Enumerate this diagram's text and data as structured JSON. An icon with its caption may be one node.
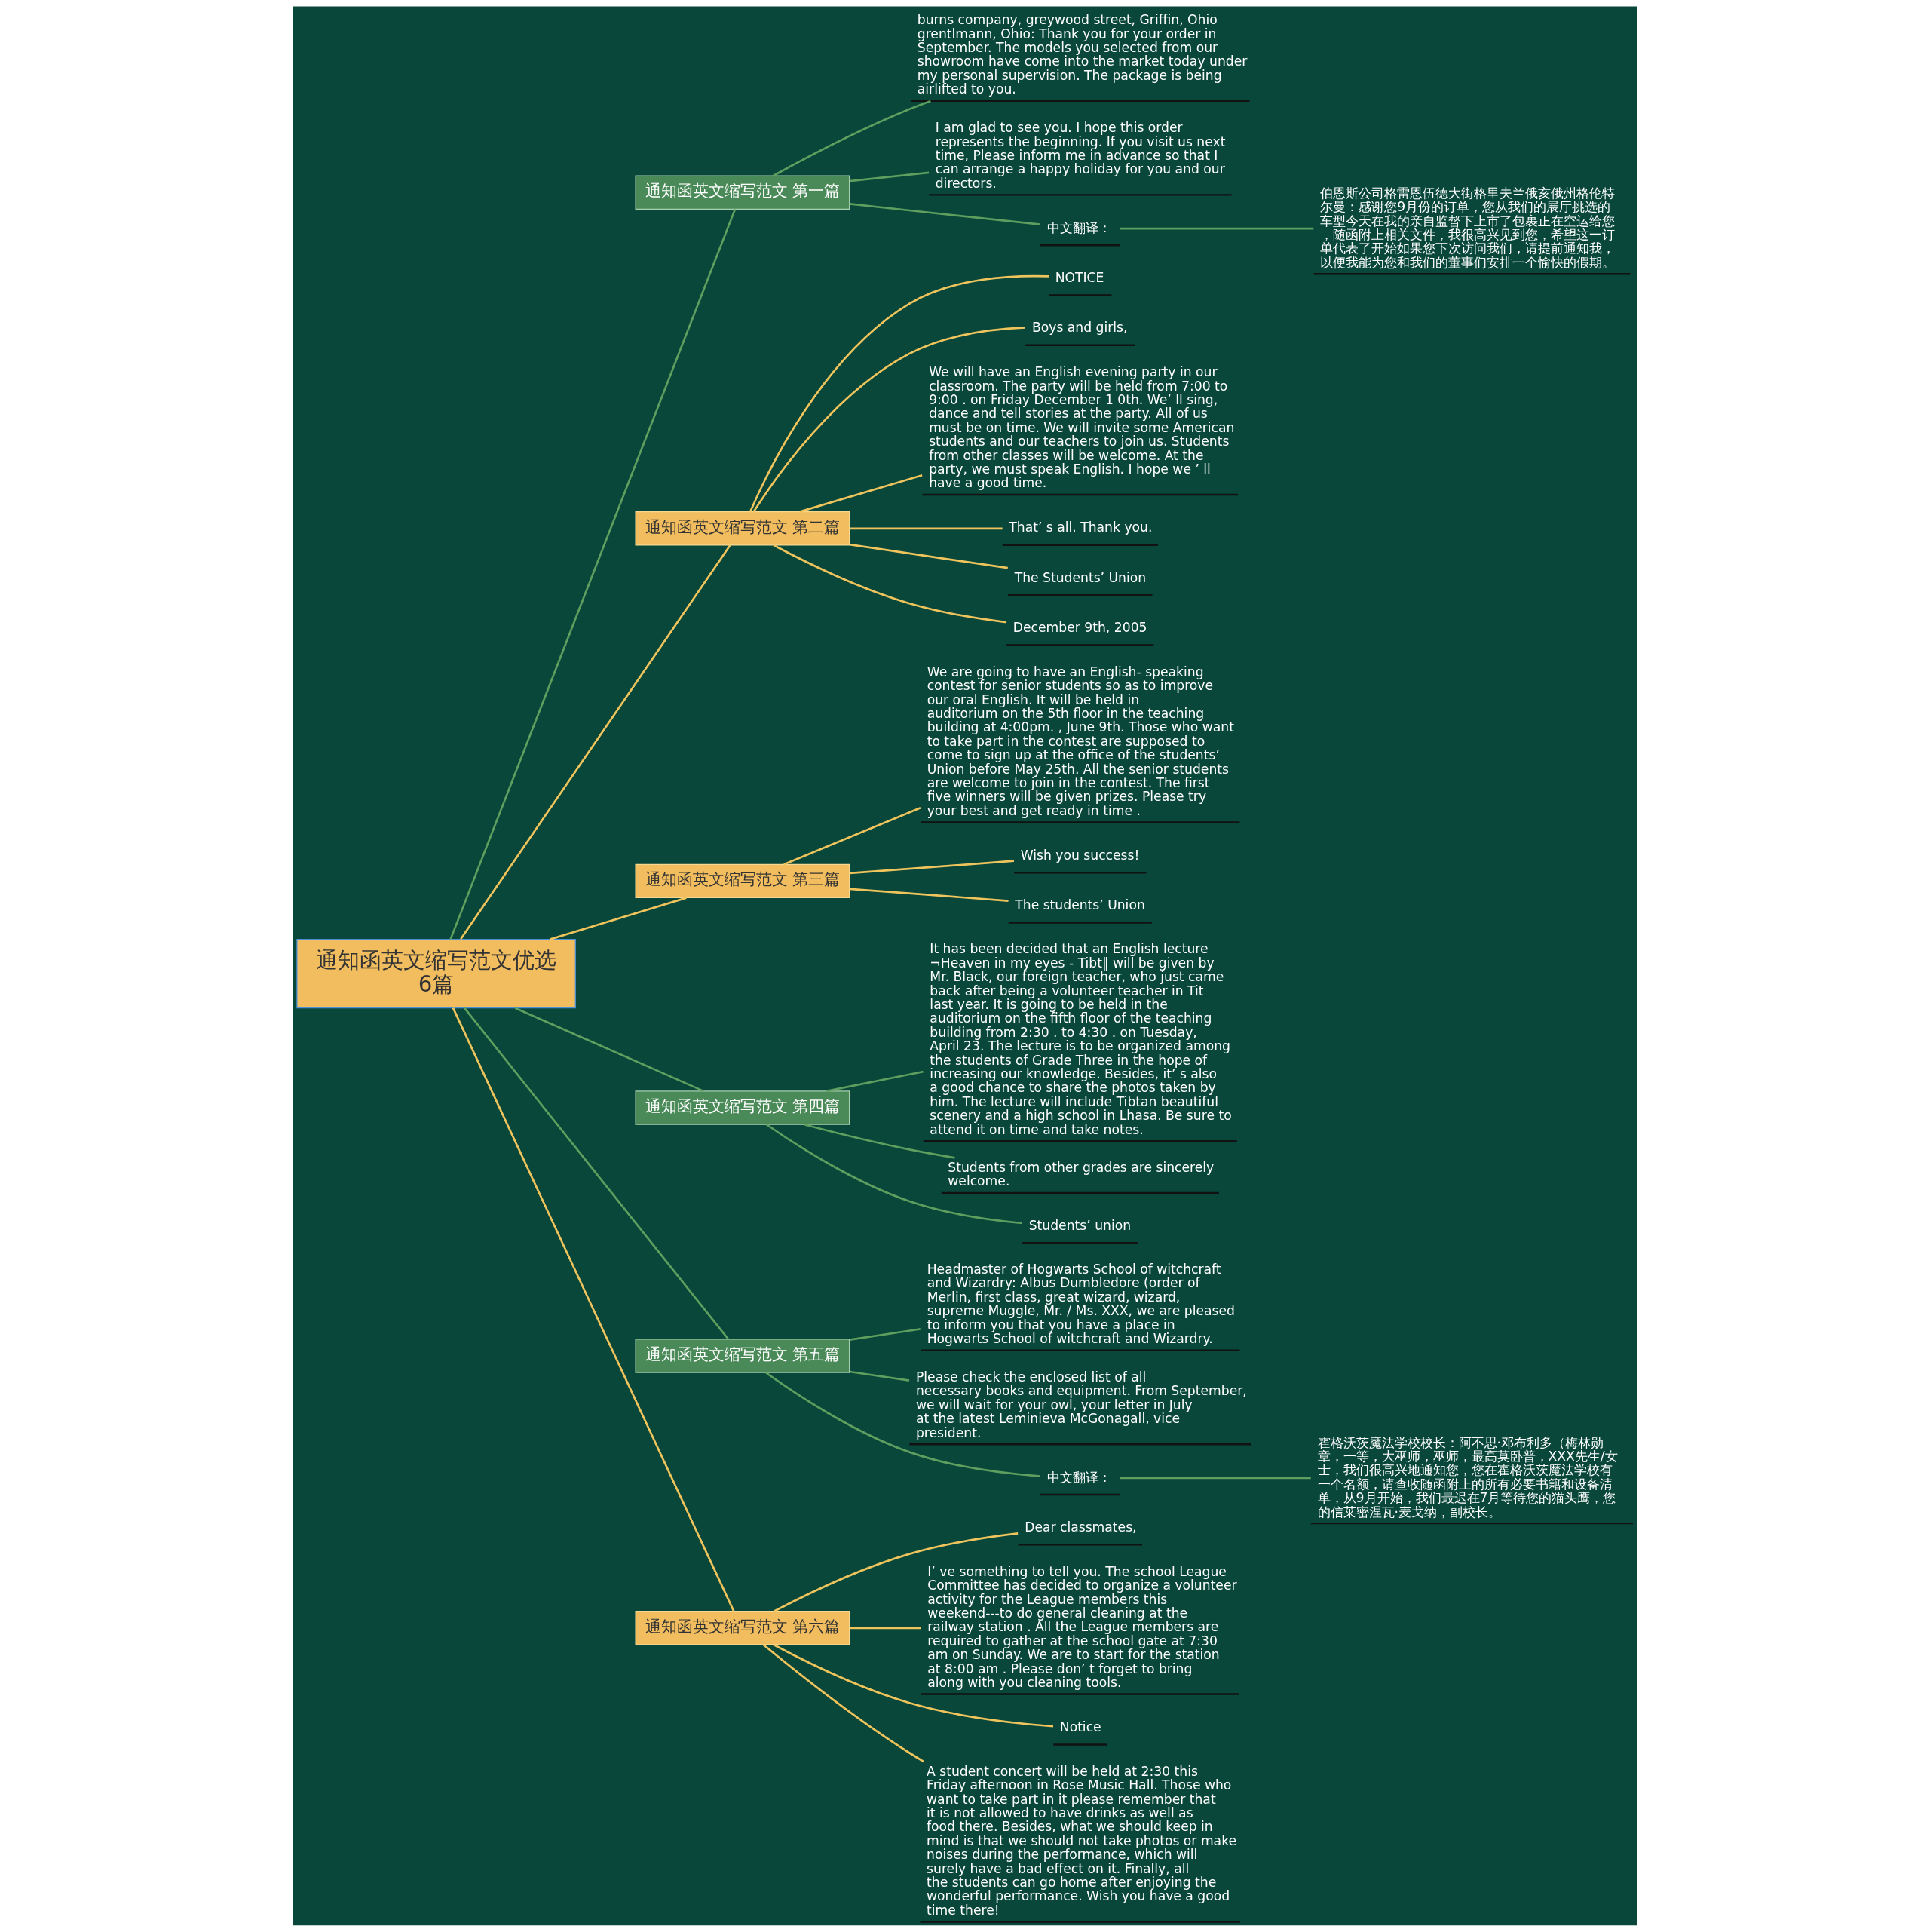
{
  "diagram": {
    "nodes": [
      {
        "text": [
          "通知函英文缩写范文优选6篇"
        ]
      },
      {
        "text": [
          "通知函英文缩写范文 第一篇"
        ]
      },
      {
        "text": [
          "burns company, greywood street, Griffin, Ohio grentlmann, Ohio: Thank you for your order in September. The models you selected from our showroom have come into the market today under my personal supervision. The package is being airlifted to you."
        ]
      },
      {
        "text": [
          "I am glad to see you. I hope this order represents the beginning. If you visit us next time, Please inform me in advance so that I can arrange a happy holiday for you and our directors."
        ]
      },
      {
        "text": [
          "中文翻译："
        ]
      },
      {
        "text": [
          "伯恩斯公司格雷恩伍德大街格里夫兰俄亥俄州格伦特尔曼：感谢您9月份的订单，您从我们的展厅挑选的车型今天在我的亲自监督下上市了包裹正在空运给您，随函附上相关文件，我很高兴见到您，希望这一订单代表了开始如果您下次访问我们，请提前通知我，以便我能为您和我们的董事们安排一个愉快的假期。"
        ]
      },
      {
        "text": [
          "通知函英文缩写范文 第二篇"
        ]
      },
      {
        "text": [
          "NOTICE"
        ]
      },
      {
        "text": [
          "Boys and girls,"
        ]
      },
      {
        "text": [
          "We will have an English evening party in our classroom. The party will be held from 7:00 to 9:00 . on Friday December 1 0th. We’ ll sing, dance and tell stories at the party. All of us must be on time. We will invite some American students and our teachers to join us. Students from other classes will be welcome. At the party, we must speak English. I hope we ’ ll have a good time."
        ]
      },
      {
        "text": [
          "That’ s all. Thank you."
        ]
      },
      {
        "text": [
          "The Students’ Union"
        ]
      },
      {
        "text": [
          "December 9th, 2005"
        ]
      },
      {
        "text": [
          "通知函英文缩写范文 第三篇"
        ]
      },
      {
        "text": [
          "We are going to have an English- speaking contest for senior students so as to improve our oral English. It will be held in auditorium on the 5th floor in the teaching building at 4:00pm. , June 9th. Those who want to take part in the contest are supposed to come to sign up at the office of the students’ Union before May 25th. All the senior students are welcome to join in the contest. The first five winners will be given prizes. Please try your best and get ready in time ."
        ]
      },
      {
        "text": [
          "Wish you success!"
        ]
      },
      {
        "text": [
          "The students’ Union"
        ]
      },
      {
        "text": [
          "通知函英文缩写范文 第四篇"
        ]
      },
      {
        "text": [
          "It has been decided that an English lecture ¬Heaven in my eyes - Tibt‖ will be given by Mr. Black, our foreign teacher, who just came back after being a volunteer teacher in Tit last year. It is going to be held in the auditorium on the fifth floor of the teaching building from 2:30 . to 4:30 . on Tuesday, April 23. The lecture is to be organized among the students of Grade Three in the hope of increasing our knowledge. Besides, it’ s also a good chance to share the photos taken by him. The lecture will include Tibtan beautiful scenery and a high school in Lhasa. Be sure to attend it on time and take notes."
        ]
      },
      {
        "text": [
          "Students from other grades are sincerely welcome."
        ]
      },
      {
        "text": [
          "Students’ union"
        ]
      },
      {
        "text": [
          "通知函英文缩写范文 第五篇"
        ]
      },
      {
        "text": [
          "Headmaster of Hogwarts School of witchcraft and Wizardry: Albus Dumbledore (order of Merlin, first class, great wizard, wizard, supreme Muggle, Mr. / Ms. XXX, we are pleased to inform you that you have a place in Hogwarts School of witchcraft and Wizardry."
        ]
      },
      {
        "text": [
          "Please check the enclosed list of all necessary books and equipment. From September, we will wait for your owl, your letter in July at the latest Leminieva McGonagall, vice president."
        ]
      },
      {
        "text": [
          "中文翻译："
        ]
      },
      {
        "text": [
          "霍格沃茨魔法学校校长：阿不思·邓布利多（梅林勋章，一等，大巫师，巫师，最高莫卧普，XXX先生/女士，我们很高兴地通知您，您在霍格沃茨魔法学校有一个名额，请查收随函附上的所有必要书籍和设备清单，从9月开始，我们最迟在7月等待您的猫头鹰，您的信莱密涅瓦·麦戈纳，副校长。"
        ]
      },
      {
        "text": [
          "通知函英文缩写范文 第六篇"
        ]
      },
      {
        "text": [
          "Dear classmates,"
        ]
      },
      {
        "text": [
          "I’ ve something to tell you. The school League Committee has decided to organize a volunteer activity for the League members this weekend---to do general cleaning at the railway station . All the League members are required to gather at the school gate at 7:30 am on Sunday. We are to start for the station at 8:00 am . Please don’ t forget to bring along with you cleaning tools."
        ]
      },
      {
        "text": [
          "Notice"
        ]
      },
      {
        "text": [
          "A student concert will be held at 2:30 this Friday afternoon in Rose Music Hall. Those who want to take part in it please remember that it is not allowed to have drinks as well as food there. Besides, what we should keep in mind is that we should not take photos or make noises during the performance, which will surely have a bad effect on it. Finally, all the students can go home after enjoying the wonderful performance. Wish you have a good time there!"
        ]
      }
    ],
    "edges": [
      {
        "from": 0,
        "to": 1,
        "arrow": "none",
        "color": "#5e9e5e"
      },
      {
        "from": 1,
        "to": 2,
        "arrow": "none",
        "color": "#5e9e5e"
      },
      {
        "from": 1,
        "to": 3,
        "arrow": "none",
        "color": "#5e9e5e"
      },
      {
        "from": 1,
        "to": 4,
        "arrow": "none",
        "color": "#5e9e5e"
      },
      {
        "from": 4,
        "to": 5,
        "arrow": "none",
        "color": "#5e9e5e"
      },
      {
        "from": 0,
        "to": 6,
        "arrow": "none"
      },
      {
        "from": 6,
        "to": 7,
        "arrow": "none"
      },
      {
        "from": 6,
        "to": 8,
        "arrow": "none"
      },
      {
        "from": 6,
        "to": 9,
        "arrow": "none"
      },
      {
        "from": 6,
        "to": 10,
        "arrow": "none"
      },
      {
        "from": 6,
        "to": 11,
        "arrow": "none"
      },
      {
        "from": 6,
        "to": 12,
        "arrow": "none"
      },
      {
        "from": 0,
        "to": 13,
        "arrow": "none"
      },
      {
        "from": 13,
        "to": 14,
        "arrow": "none"
      },
      {
        "from": 13,
        "to": 15,
        "arrow": "none"
      },
      {
        "from": 13,
        "to": 16,
        "arrow": "none"
      },
      {
        "from": 0,
        "to": 17,
        "arrow": "none",
        "color": "#5e9e5e"
      },
      {
        "from": 17,
        "to": 18,
        "arrow": "none",
        "color": "#5e9e5e"
      },
      {
        "from": 17,
        "to": 19,
        "arrow": "none",
        "color": "#5e9e5e"
      },
      {
        "from": 17,
        "to": 20,
        "arrow": "none",
        "color": "#5e9e5e"
      },
      {
        "from": 0,
        "to": 21,
        "arrow": "none",
        "color": "#5e9e5e"
      },
      {
        "from": 21,
        "to": 22,
        "arrow": "none",
        "color": "#5e9e5e"
      },
      {
        "from": 21,
        "to": 23,
        "arrow": "none",
        "color": "#5e9e5e"
      },
      {
        "from": 21,
        "to": 24,
        "arrow": "none",
        "color": "#5e9e5e"
      },
      {
        "from": 24,
        "to": 25,
        "arrow": "none",
        "color": "#5e9e5e"
      },
      {
        "from": 0,
        "to": 26,
        "arrow": "none"
      },
      {
        "from": 26,
        "to": 27,
        "arrow": "none"
      },
      {
        "from": 26,
        "to": 28,
        "arrow": "none"
      },
      {
        "from": 26,
        "to": 29,
        "arrow": "none"
      },
      {
        "from": 26,
        "to": 30,
        "arrow": "none"
      }
    ]
  }
}
